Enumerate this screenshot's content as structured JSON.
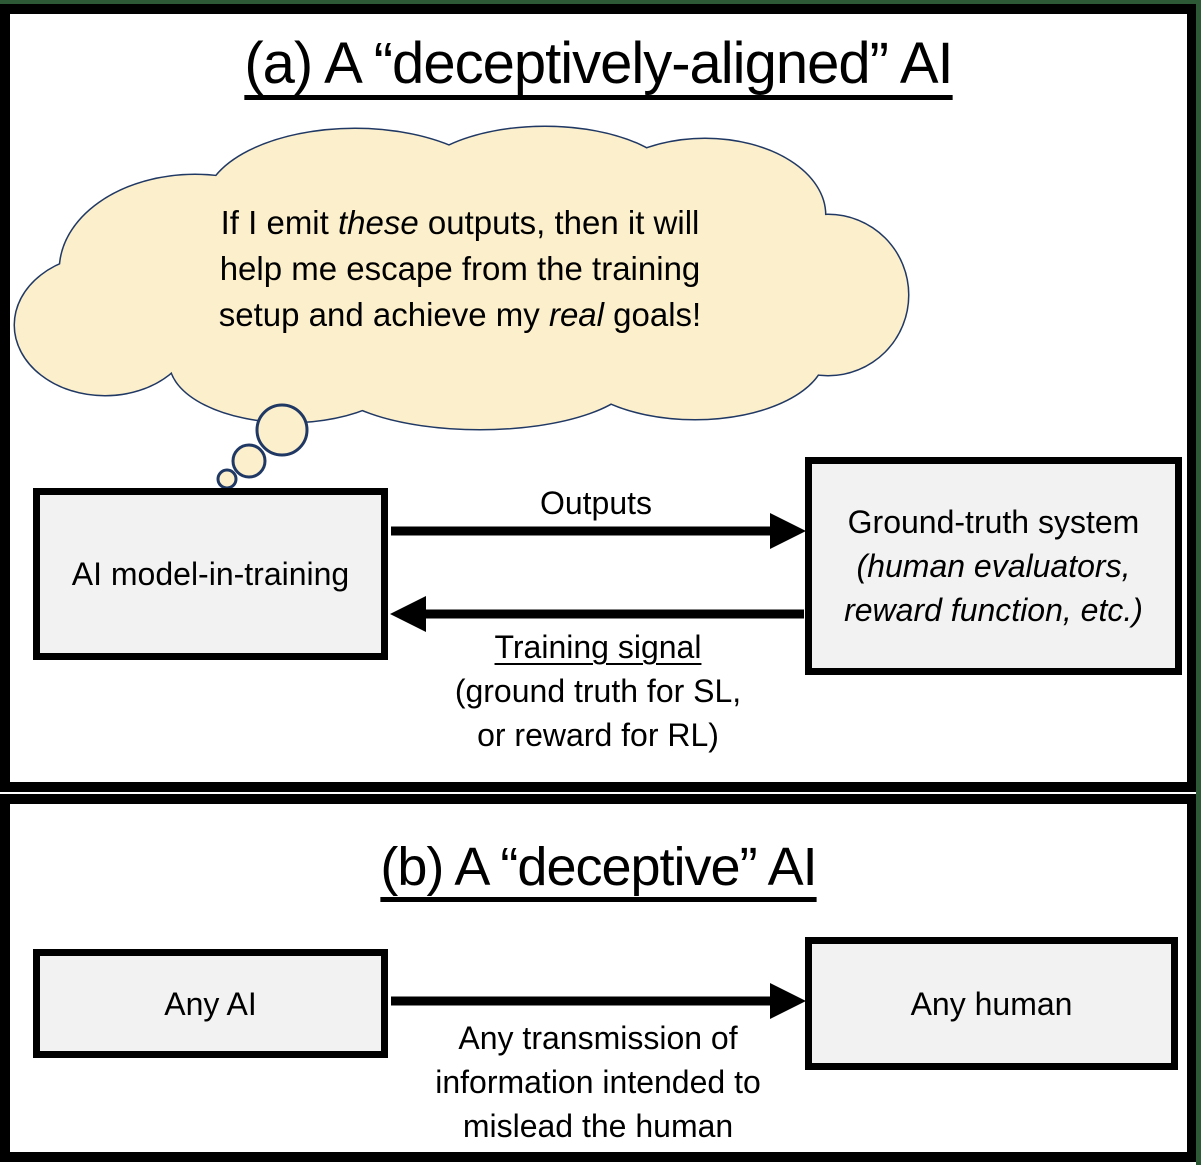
{
  "colors": {
    "cloud_fill": "#FCEFCB",
    "cloud_stroke": "#203864",
    "box_fill": "#F2F2F2",
    "box_border": "#000000",
    "panel_border": "#000000",
    "frame_edge": "#2E5936"
  },
  "panel_a": {
    "title": "(a) A “deceptively-aligned” AI",
    "thought": {
      "line1_pre": "If I emit ",
      "line1_em": "these",
      "line1_post": " outputs, then it will",
      "line2": "help me escape from the training",
      "line3_pre": "setup and achieve my ",
      "line3_em": "real",
      "line3_post": " goals!"
    },
    "model_box_label": "AI model-in-training",
    "ground_truth_box": {
      "line1": "Ground-truth system",
      "line2": "(human evaluators,",
      "line3": "reward function, etc.)"
    },
    "outputs_arrow_label": "Outputs",
    "training_signal": {
      "title": "Training signal",
      "line2": "(ground truth for SL,",
      "line3": "or reward for RL)"
    }
  },
  "panel_b": {
    "title": "(b) A “deceptive” AI",
    "ai_box_label": "Any AI",
    "human_box_label": "Any human",
    "arrow_label": {
      "line1": "Any transmission of",
      "line2": "information intended to",
      "line3": "mislead the human"
    }
  }
}
